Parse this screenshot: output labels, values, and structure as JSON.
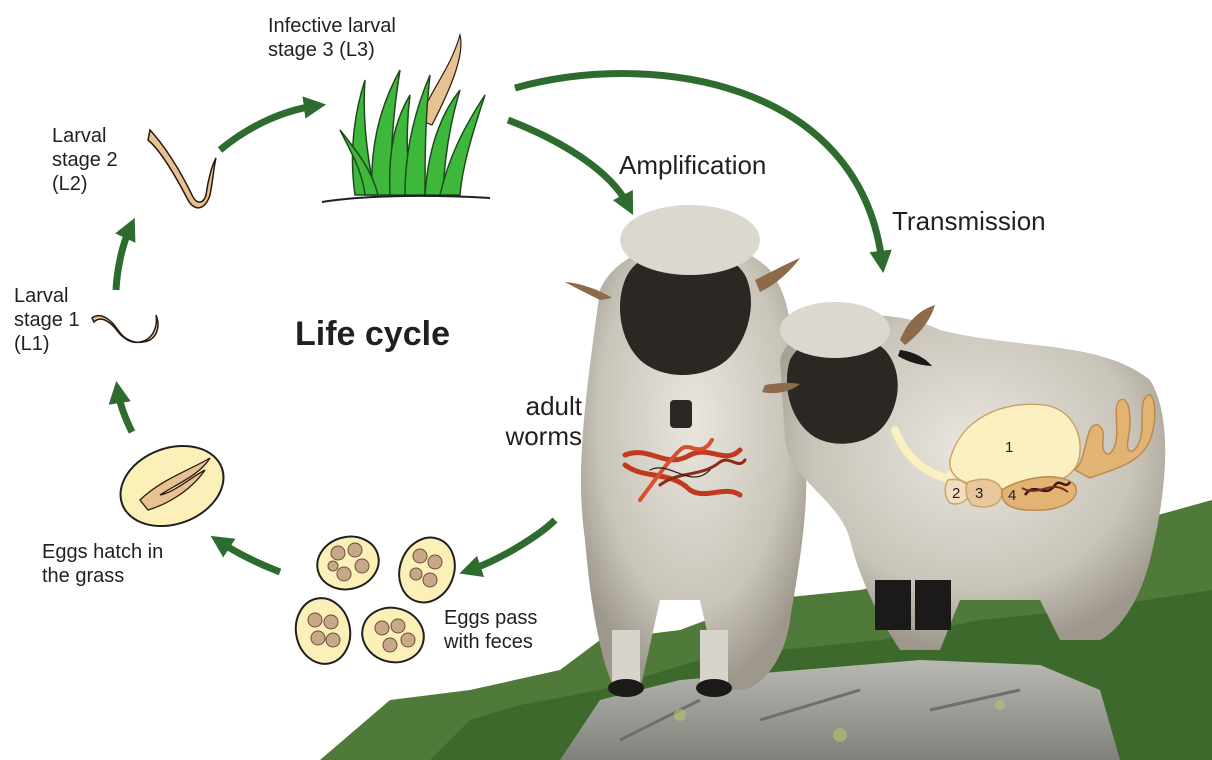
{
  "title": "Life cycle",
  "labels": {
    "l3": [
      "Infective larval",
      "stage 3 (L3)"
    ],
    "l2": [
      "Larval",
      "stage 2",
      "(L2)"
    ],
    "l1": [
      "Larval",
      "stage 1",
      "(L1)"
    ],
    "hatch": [
      "Eggs hatch in",
      "the grass"
    ],
    "eggs_pass": [
      "Eggs pass",
      "with feces"
    ],
    "adult_worms": [
      "adult",
      "worms"
    ],
    "amplification": "Amplification",
    "transmission": "Transmission"
  },
  "organ_numbers": [
    "1",
    "2",
    "3",
    "4"
  ],
  "colors": {
    "arrow": "#2e6b2e",
    "larva_fill": "#e8c193",
    "larva_stroke": "#2a1a10",
    "grass": "#3db83a",
    "egg_fill": "#faf0b8",
    "egg_yolk": "#c9a88a",
    "stomach": "#fbf1c0",
    "intestine": "#e3b373",
    "worm_red": "#c1391f"
  }
}
